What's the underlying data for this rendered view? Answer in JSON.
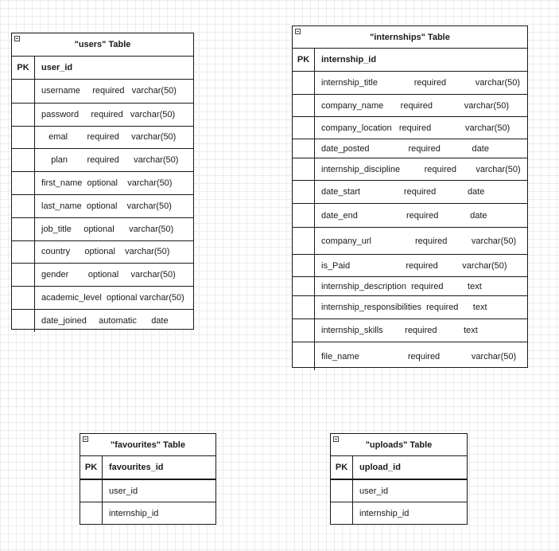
{
  "tables": {
    "users": {
      "title": "\"users\" Table",
      "pk_label": "PK",
      "pk_field": "user_id",
      "rows": [
        "username     required   varchar(50)",
        "password     required   varchar(50)",
        "   emal        required     varchar(50)",
        "    plan        required      varchar(50)",
        "first_name  optional    varchar(50)",
        "last_name  optional    varchar(50)",
        "job_title     optional      varchar(50)",
        "country      optional    varchar(50)",
        "gender        optional     varchar(50)",
        "academic_level  optional varchar(50)",
        "date_joined     automatic      date"
      ]
    },
    "internships": {
      "title": "\"internships\" Table",
      "pk_label": "PK",
      "pk_field": "internship_id",
      "rows": [
        "internship_title               required            varchar(50)",
        "company_name       required             varchar(50)",
        "company_location   required              varchar(50)",
        "date_posted                required             date",
        "internship_discipline          required        varchar(50)",
        "date_start                  required             date",
        "date_end                    required             date",
        "company_url                  required          varchar(50)",
        "is_Paid                       required          varchar(50)",
        "internship_description  required          text",
        "internship_responsibilities  required      text",
        "internship_skills         required           text",
        "file_name                    required             varchar(50)"
      ]
    },
    "favourites": {
      "title": "\"favourites\" Table",
      "pk_label": "PK",
      "pk_field": "favourites_id",
      "rows": [
        "user_id",
        "internship_id"
      ]
    },
    "uploads": {
      "title": "\"uploads\" Table",
      "pk_label": "PK",
      "pk_field": "upload_id",
      "rows": [
        "user_id",
        "internship_id"
      ]
    }
  }
}
